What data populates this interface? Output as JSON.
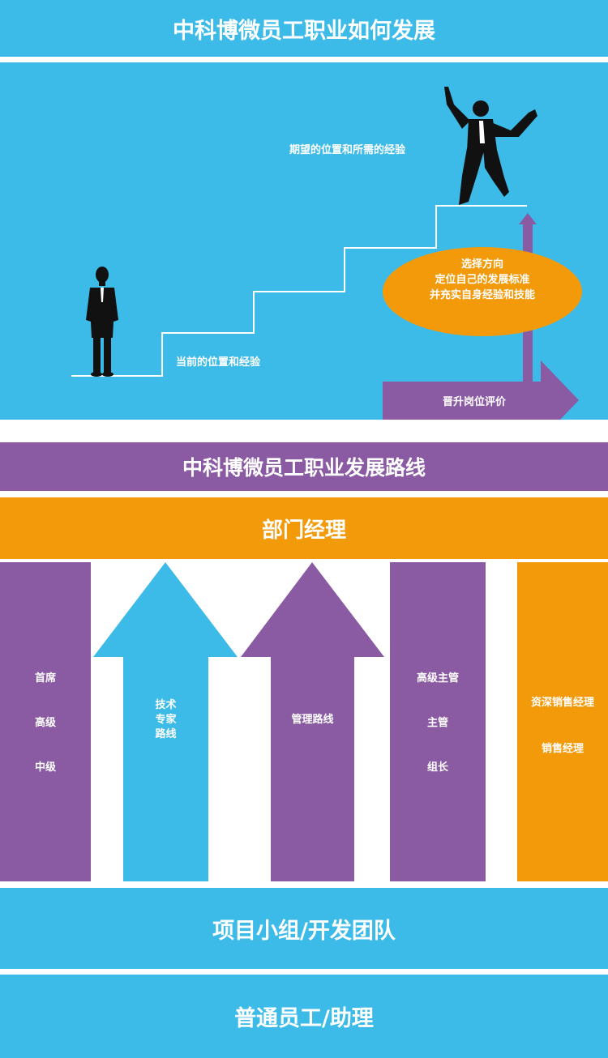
{
  "header": {
    "title": "中科博微员工职业如何发展"
  },
  "scene": {
    "target_label": "期望的位置和所需的经验",
    "current_label": "当前的位置和经验",
    "oval_lines": [
      "选择方向",
      "定位自己的发展标准",
      "并充实自身经验和技能"
    ],
    "promotion_label": "晋升岗位评价"
  },
  "path_title": "中科博微员工职业发展路线",
  "manager_title": "部门经理",
  "columns": {
    "tech_levels": [
      "首席",
      "高级",
      "中级"
    ],
    "tech_arrow_lines": [
      "技术",
      "专家",
      "路线"
    ],
    "mgmt_arrow_label": "管理路线",
    "mgmt_levels": [
      "高级主管",
      "主管",
      "组长"
    ],
    "sales_levels": [
      "资深销售经理",
      "销售经理"
    ]
  },
  "team_title": "项目小组/开发团队",
  "staff_title": "普通员工/助理",
  "colors": {
    "blue": "#3dbbe8",
    "purple": "#8a5aa3",
    "orange": "#f39a0a",
    "white": "#ffffff",
    "figure": "#111111"
  },
  "icons": {
    "standing_person": "standing-businessman-icon",
    "jumping_person": "jumping-businessman-icon"
  }
}
